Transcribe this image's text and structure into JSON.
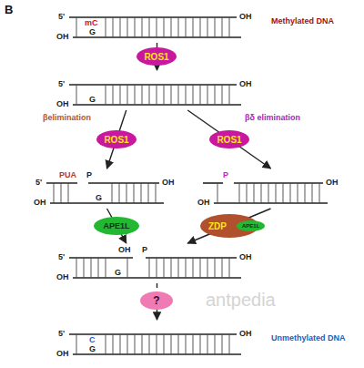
{
  "diagram": {
    "nodes": [
      {
        "text": [
          "5'",
          "OH",
          "mC",
          "OH",
          "G"
        ]
      },
      {
        "text": [
          "ROS1"
        ]
      },
      {
        "text": [
          "5'",
          "OH",
          "OH",
          "G"
        ]
      },
      {
        "text": [
          "ROS1"
        ]
      },
      {
        "text": [
          "ROS1"
        ]
      },
      {
        "text": [
          "5'",
          "PUA",
          "P",
          "OH",
          "OH",
          "G"
        ]
      },
      {
        "text": [
          "P",
          "OH",
          "OH"
        ]
      },
      {
        "text": [
          "APE1L"
        ]
      },
      {
        "text": [
          "ZDP"
        ]
      },
      {
        "text": [
          "APE1L"
        ],
        "in": 8
      },
      {
        "text": [
          "5'",
          "OH",
          "P",
          "OH",
          "OH",
          "G"
        ]
      },
      {
        "text": [
          "?"
        ]
      },
      {
        "text": [
          "5'",
          "C",
          "OH",
          "OH",
          "G"
        ]
      }
    ],
    "edges": [
      {
        "from": 0,
        "to": 2,
        "arrow": "to"
      },
      {
        "from": 2,
        "to": 5,
        "arrow": "to",
        "label": "βelimination"
      },
      {
        "from": 2,
        "to": 6,
        "arrow": "to",
        "label": "βδ elimination"
      },
      {
        "from": 5,
        "to": 10,
        "arrow": "to"
      },
      {
        "from": 6,
        "to": 10,
        "arrow": "to"
      },
      {
        "from": 10,
        "to": 12,
        "arrow": "to"
      }
    ],
    "labels": [
      "B",
      "Methylated DNA",
      "Unmethylated DNA",
      "antpedia"
    ]
  }
}
